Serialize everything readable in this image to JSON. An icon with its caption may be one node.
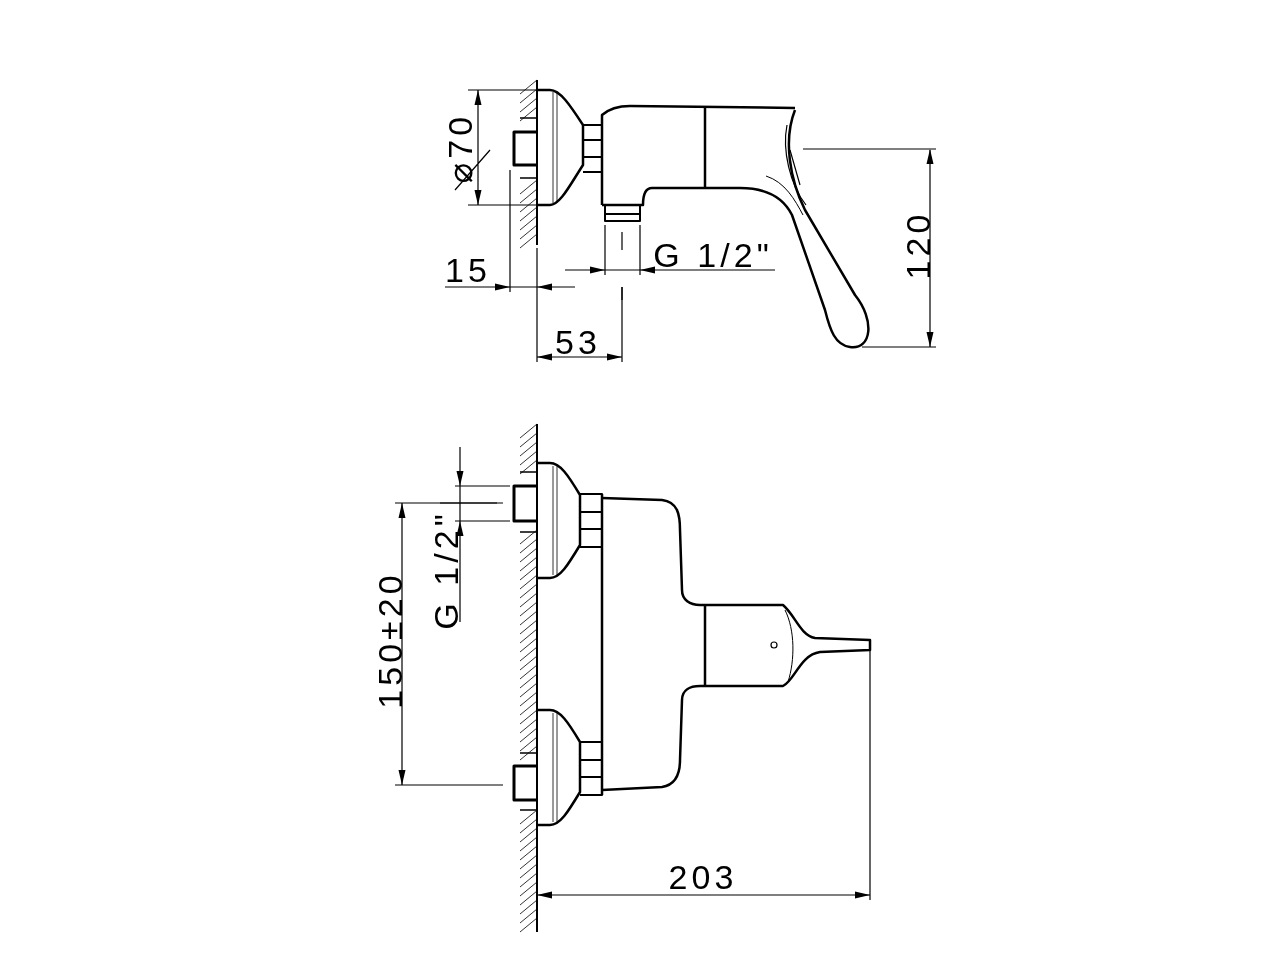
{
  "diagram": {
    "labels": [
      "⌀70",
      "120",
      "G 1/2\"",
      "15",
      "53",
      "150±20",
      "G 1/2\"",
      "203"
    ]
  }
}
